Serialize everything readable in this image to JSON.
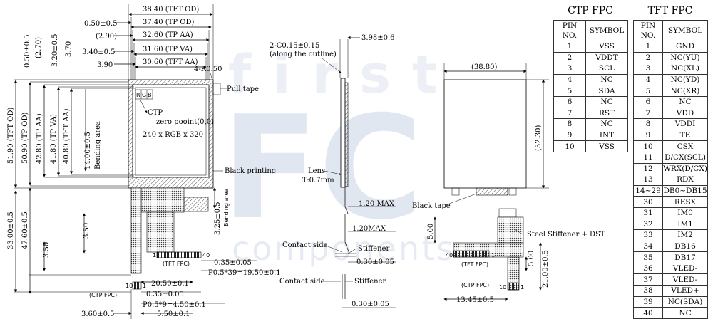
{
  "watermark": {
    "line1": "first",
    "line2": "FC",
    "line3": "components"
  },
  "left_view": {
    "top_dims": [
      "38.40 (TFT OD)",
      "37.40 (TP OD)",
      "32.60 (TP AA)",
      "31.60 (TP VA)",
      "30.60 (TFT AA)"
    ],
    "left_top_dims": [
      "0.50±0.5",
      "(2.90)",
      "3.40±0.5",
      "3.90"
    ],
    "small_vertical_dims": [
      "0.50±0.5",
      "(2.70)",
      "3.20±0.5",
      "3.70"
    ],
    "radius": "4-R0.50",
    "pull_tape": "Pull tape",
    "ctp": "CTP",
    "zero_point": "zero pooint(0,0)",
    "resolution": "240 x RGB x 320",
    "rgb_labels": [
      "R",
      "G",
      "B"
    ],
    "black_printing": "Black printing",
    "vertical_dims": [
      "51.90 (TFT OD)",
      "50.90 (TP OD)",
      "42.80 (TP AA)",
      "41.80 (TP VA)",
      "40.80 (TFT AA)"
    ],
    "bending_dim": "14.00±0.5",
    "bending_area": "Bending area",
    "lower_dims": [
      "33.00±0.5",
      "47.60±0.5",
      "3.50",
      "3.50"
    ],
    "fpc_right_dim": "3.25±0.5",
    "fpc_right_label": "Bending area",
    "tft_fpc": "(TFT FPC)",
    "ctp_fpc": "(CTP FPC)",
    "pin_1": "1",
    "pin_40": "40",
    "pin_10": "10",
    "tft_pitch_a": "0.35±0.05",
    "tft_pitch_b": "P0.5*39=19.50±0.1",
    "fpc_width": "20.50±0.1",
    "ctp_pitch_a": "0.35±0.05",
    "ctp_pitch_b": "P0.5*9=4.50±0.1",
    "bottom_left": "3.60±0.5",
    "bottom_right": "5.50±0.1"
  },
  "side_view": {
    "chamfer": "2-C0.15±0.15",
    "chamfer_note": "(along the outline)",
    "thickness": "3.98±0.6",
    "lens": "Lens",
    "lens_t": "T:0.7mm",
    "max_a": "1.20 MAX",
    "max_b": "1.20MAX",
    "contact_a": "Contact side",
    "stiffener_a": "Stiffener",
    "dim_a": "0.30±0.05",
    "contact_b": "Contact side",
    "stiffener_b": "Stiffener",
    "dim_b": "0.30±0.05"
  },
  "back_view": {
    "width": "(38.80)",
    "height": "(52.30)",
    "black_tape": "Black tape",
    "steel": "Steel Stiffener + DST",
    "dim_500_a": "5.00",
    "dim_500_b": "5.00",
    "dim_2100": "21.00±0.5",
    "tft_fpc": "(TFT FPC)",
    "ctp_fpc": "(CTP FPC)",
    "pin_40": "40",
    "pin_1": "1",
    "pin_10": "10",
    "pin_1b": "1",
    "bottom": "13.45±0.5"
  },
  "ctp_fpc": {
    "title": "CTP FPC",
    "headers": [
      "PIN NO.",
      "SYMBOL"
    ],
    "rows": [
      [
        "1",
        "VSS"
      ],
      [
        "2",
        "VDDT"
      ],
      [
        "3",
        "SCL"
      ],
      [
        "4",
        "NC"
      ],
      [
        "5",
        "SDA"
      ],
      [
        "6",
        "NC"
      ],
      [
        "7",
        "RST"
      ],
      [
        "8",
        "NC"
      ],
      [
        "9",
        "INT"
      ],
      [
        "10",
        "VSS"
      ]
    ]
  },
  "tft_fpc": {
    "title": "TFT FPC",
    "headers": [
      "PIN NO.",
      "SYMBOL"
    ],
    "rows": [
      [
        "1",
        "GND"
      ],
      [
        "2",
        "NC(YU)"
      ],
      [
        "3",
        "NC(XL)"
      ],
      [
        "4",
        "NC(YD)"
      ],
      [
        "5",
        "NC(XR)"
      ],
      [
        "6",
        "NC"
      ],
      [
        "7",
        "VDD"
      ],
      [
        "8",
        "VDDI"
      ],
      [
        "9",
        "TE"
      ],
      [
        "10",
        "CSX"
      ],
      [
        "11",
        "D/CX(SCL)"
      ],
      [
        "12",
        "WRX(D/CX)"
      ],
      [
        "13",
        "RDX"
      ],
      [
        "14~29",
        "DB0~DB15"
      ],
      [
        "30",
        "RESX"
      ],
      [
        "31",
        "IM0"
      ],
      [
        "32",
        "IM1"
      ],
      [
        "33",
        "IM2"
      ],
      [
        "34",
        "DB16"
      ],
      [
        "35",
        "DB17"
      ],
      [
        "36",
        "VLED-"
      ],
      [
        "37",
        "VLED-"
      ],
      [
        "38",
        "VLED+"
      ],
      [
        "39",
        "NC(SDA)"
      ],
      [
        "40",
        "NC"
      ]
    ]
  }
}
